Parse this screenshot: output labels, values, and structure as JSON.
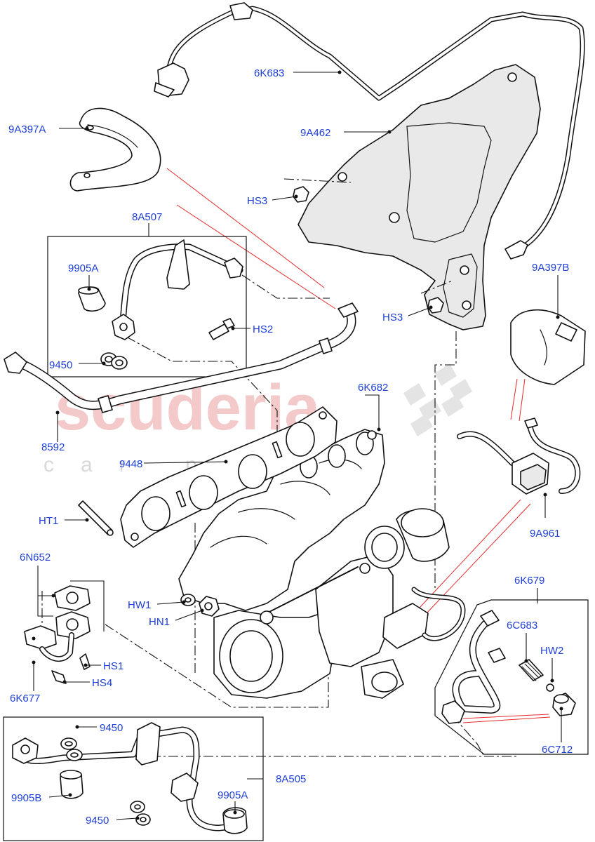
{
  "watermark": {
    "main": "scuderia",
    "sub": "car parts"
  },
  "labels": {
    "p6K683": "6K683",
    "p9A397A": "9A397A",
    "p9A462": "9A462",
    "pHS3_top": "HS3",
    "p8A507": "8A507",
    "p9905A_top": "9905A",
    "pHS2": "HS2",
    "p9450_top": "9450",
    "p8592": "8592",
    "p9A397B": "9A397B",
    "pHS3_mid": "HS3",
    "p6K682": "6K682",
    "p9448": "9448",
    "p9A961": "9A961",
    "pHT1": "HT1",
    "p6N652": "6N652",
    "pHW1": "HW1",
    "pHN1": "HN1",
    "pHS1": "HS1",
    "pHS4": "HS4",
    "p6K677": "6K677",
    "p6K679": "6K679",
    "p6C683": "6C683",
    "pHW2": "HW2",
    "p6C712": "6C712",
    "p9450_bot1": "9450",
    "p8A505": "8A505",
    "p9905B": "9905B",
    "p9905A_bot": "9905A",
    "p9450_bot2": "9450"
  }
}
